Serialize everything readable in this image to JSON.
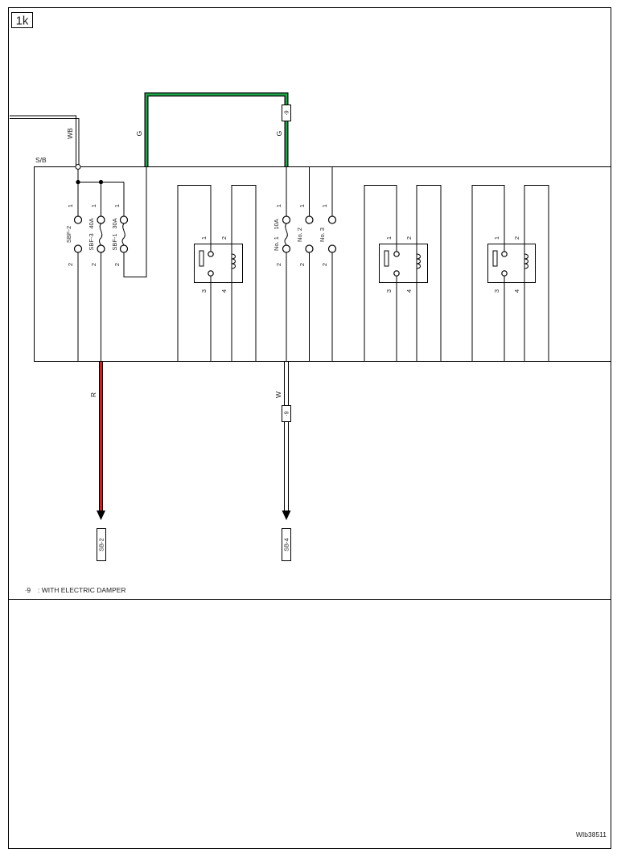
{
  "page_label": "1k",
  "figure_id": "WIb38511",
  "footnote": {
    "mark": "∙9",
    "text": ": WITH ELECTRIC DAMPER"
  },
  "block": {
    "label": "S/B"
  },
  "wires": {
    "wb": "WB",
    "g_left": "G",
    "g_right": "G",
    "r": "R",
    "w": "W"
  },
  "wire_colors": {
    "green": "#1fa64a",
    "red": "#e01818",
    "white": "#ffffff"
  },
  "option_tags": {
    "top": "∙9",
    "bottom": "∙9"
  },
  "fuses": {
    "sbf2": {
      "name": "SBF-2",
      "rating": "",
      "pin_top": "1",
      "pin_bottom": "2"
    },
    "sbf3": {
      "name": "SBF-3",
      "rating": "40A",
      "pin_top": "1",
      "pin_bottom": "2"
    },
    "sbf1": {
      "name": "SBF-1",
      "rating": "30A",
      "pin_top": "1",
      "pin_bottom": "2"
    },
    "no1": {
      "name": "No. 1",
      "rating": "10A",
      "pin_top": "1",
      "pin_bottom": "2"
    },
    "no2": {
      "name": "No. 2",
      "rating": "",
      "pin_top": "1",
      "pin_bottom": "2"
    },
    "no3": {
      "name": "No. 3",
      "rating": "",
      "pin_top": "1",
      "pin_bottom": "2"
    }
  },
  "relays": {
    "r1": {
      "p1": "1",
      "p2": "2",
      "p3": "3",
      "p4": "4",
      "coil_icon": "relay-coil-icon",
      "contact_icon": "relay-contact-icon"
    },
    "r2": {
      "p1": "1",
      "p2": "2",
      "p3": "3",
      "p4": "4",
      "coil_icon": "relay-coil-icon",
      "contact_icon": "relay-contact-icon"
    },
    "r3": {
      "p1": "1",
      "p2": "2",
      "p3": "3",
      "p4": "4",
      "coil_icon": "relay-coil-icon",
      "contact_icon": "relay-contact-icon"
    }
  },
  "connectors": {
    "left": "SB-2",
    "right": "SB-4"
  }
}
